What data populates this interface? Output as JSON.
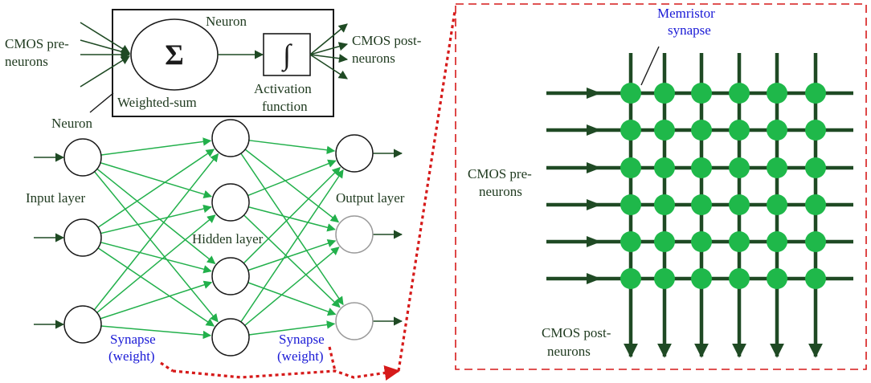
{
  "neuron_model": {
    "title": "Neuron",
    "pre_label_line1": "CMOS pre-",
    "pre_label_line2": "neurons",
    "post_label_line1": "CMOS post-",
    "post_label_line2": "neurons",
    "sum_symbol": "Σ",
    "integral_symbol": "∫",
    "weighted_sum_label": "Weighted-sum",
    "activation_line1": "Activation",
    "activation_line2": "function",
    "pointer_label": "Neuron"
  },
  "network": {
    "input_layer_label": "Input layer",
    "hidden_layer_label": "Hidden layer",
    "output_layer_label": "Output layer",
    "synapse_left_line1": "Synapse",
    "synapse_left_line2": "(weight)",
    "synapse_right_line1": "Synapse",
    "synapse_right_line2": "(weight)"
  },
  "crossbar": {
    "memristor_line1": "Memristor",
    "memristor_line2": "synapse",
    "pre_label_line1": "CMOS pre-",
    "pre_label_line2": "neurons",
    "post_label_line1": "CMOS post-",
    "post_label_line2": "neurons"
  },
  "colors": {
    "dark_green": "#1f4a24",
    "bright_green": "#22b04b",
    "node_green": "#1fb84a",
    "dashed_red": "#d61a1a",
    "label_blue": "#1a1ad6"
  }
}
